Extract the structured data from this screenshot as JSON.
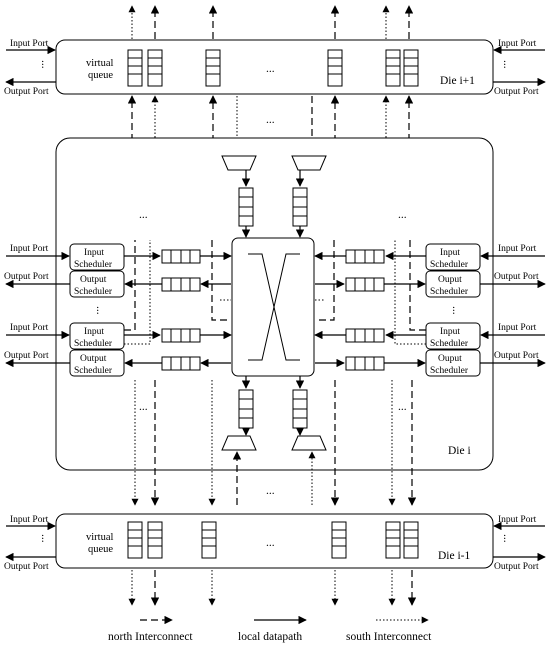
{
  "top_die": {
    "label": "Die i+1",
    "queue_label_line1": "virtual",
    "queue_label_line2": "queue",
    "ellipsis": "...",
    "left_input": "Input Port",
    "left_output": "Output Port",
    "right_input": "Input Port",
    "right_output": "Output Port"
  },
  "middle_die": {
    "label": "Die i",
    "left_input_1": "Input Port",
    "left_output_1": "Output Port",
    "left_input_2": "Input Port",
    "left_output_2": "Output Port",
    "right_input_1": "Input Port",
    "right_output_1": "Output Port",
    "right_input_2": "Input Port",
    "right_output_2": "Output Port",
    "left_sched_in_1": [
      "Input",
      "Scheduler"
    ],
    "left_sched_out_1": [
      "Output",
      "Scheduler"
    ],
    "left_sched_in_2": [
      "Input",
      "Scheduler"
    ],
    "left_sched_out_2": [
      "Output",
      "Scheduler"
    ],
    "right_sched_in_1": [
      "Input",
      "Scheduler"
    ],
    "right_sched_out_1": [
      "Ouput",
      "Scheduler"
    ],
    "right_sched_in_2": [
      "Input",
      "Scheduler"
    ],
    "right_sched_out_2": [
      "Ouput",
      "Scheduler"
    ],
    "ellipsis": "..."
  },
  "bottom_die": {
    "label": "Die i-1",
    "queue_label_line1": "virtual",
    "queue_label_line2": "queue",
    "ellipsis": "...",
    "left_input": "Input Port",
    "left_output": "Output Port",
    "right_input": "Input Port",
    "right_output": "Output Port"
  },
  "legend": {
    "north": "north Interconnect",
    "local": "local datapath",
    "south": "south Interconnect"
  }
}
